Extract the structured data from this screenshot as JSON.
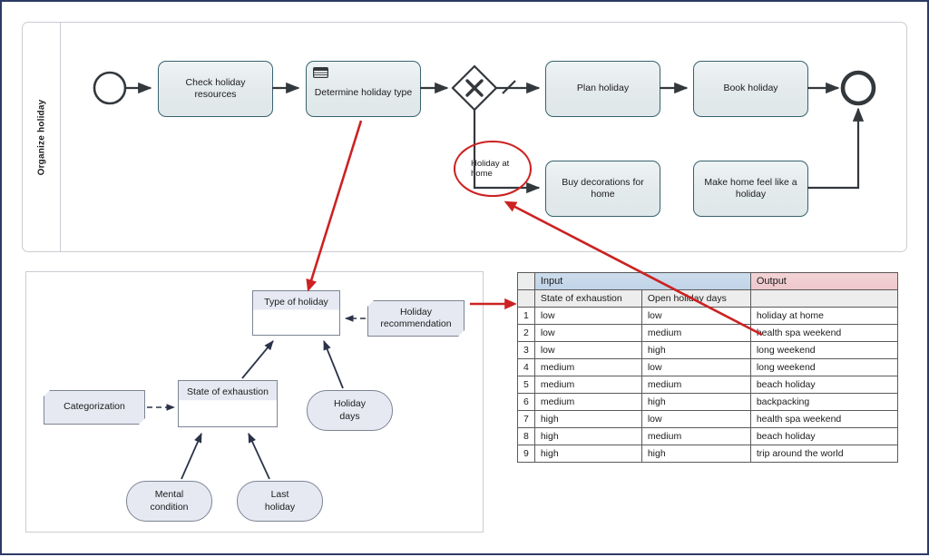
{
  "bpmn": {
    "lane_label": "Organize holiday",
    "start_event": "start-event",
    "end_event": "end-event",
    "gateway": "exclusive-gateway",
    "tasks": [
      {
        "id": "check-holiday-resources",
        "label": "Check holiday resources"
      },
      {
        "id": "determine-holiday-type",
        "label": "Determine holiday type",
        "marker": "business-rule-icon"
      },
      {
        "id": "plan-holiday",
        "label": "Plan holiday"
      },
      {
        "id": "book-holiday",
        "label": "Book holiday"
      },
      {
        "id": "buy-decorations-for-home",
        "label": "Buy decorations for home"
      },
      {
        "id": "make-home-feel-like-a-holiday",
        "label": "Make home feel like a holiday"
      }
    ],
    "flow_labels": [
      {
        "id": "holiday-at-home",
        "label": "Holiday at\nhome"
      }
    ]
  },
  "drd": {
    "decisions": [
      {
        "id": "type-of-holiday",
        "label": "Type of holiday"
      },
      {
        "id": "state-of-exhaustion",
        "label": "State of exhaustion"
      }
    ],
    "inputs": [
      {
        "id": "holiday-days",
        "label": "Holiday\ndays"
      },
      {
        "id": "mental-condition",
        "label": "Mental\ncondition"
      },
      {
        "id": "last-holiday",
        "label": "Last\nholiday"
      }
    ],
    "knowledge_sources": [
      {
        "id": "holiday-recommendation",
        "label": "Holiday\nrecommendation"
      },
      {
        "id": "categorization",
        "label": "Categorization"
      }
    ]
  },
  "decision_table": {
    "group_headers": {
      "index": "",
      "input": "Input",
      "output": "Output"
    },
    "columns": [
      "State of exhaustion",
      "Open holiday days",
      ""
    ],
    "rows": [
      {
        "index": "1",
        "state_of_exhaustion": "low",
        "open_holiday_days": "low",
        "output": "holiday at home"
      },
      {
        "index": "2",
        "state_of_exhaustion": "low",
        "open_holiday_days": "medium",
        "output": "health spa weekend"
      },
      {
        "index": "3",
        "state_of_exhaustion": "low",
        "open_holiday_days": "high",
        "output": "long weekend"
      },
      {
        "index": "4",
        "state_of_exhaustion": "medium",
        "open_holiday_days": "low",
        "output": "long weekend"
      },
      {
        "index": "5",
        "state_of_exhaustion": "medium",
        "open_holiday_days": "medium",
        "output": "beach holiday"
      },
      {
        "index": "6",
        "state_of_exhaustion": "medium",
        "open_holiday_days": "high",
        "output": "backpacking"
      },
      {
        "index": "7",
        "state_of_exhaustion": "high",
        "open_holiday_days": "low",
        "output": "health spa weekend"
      },
      {
        "index": "8",
        "state_of_exhaustion": "high",
        "open_holiday_days": "medium",
        "output": "beach holiday"
      },
      {
        "index": "9",
        "state_of_exhaustion": "high",
        "open_holiday_days": "high",
        "output": "trip around the world"
      }
    ]
  },
  "annotations": {
    "color": "#cc2222",
    "items": [
      {
        "id": "arrow-task-to-decision",
        "kind": "arrow"
      },
      {
        "id": "arrow-knowledge-to-table",
        "kind": "arrow"
      },
      {
        "id": "arrow-table-to-flow-label",
        "kind": "arrow"
      },
      {
        "id": "ellipse-holiday-at-home",
        "kind": "ellipse"
      }
    ]
  },
  "colors": {
    "page_border": "#2d3a66",
    "panel_border": "#c9cdd2",
    "task_border": "#37626e",
    "task_fill": "#e7eef0",
    "drd_fill": "#e6e9f2",
    "input_header": "#c5d7e9",
    "output_header": "#efcdd1",
    "annotation_red": "#cc2222"
  }
}
